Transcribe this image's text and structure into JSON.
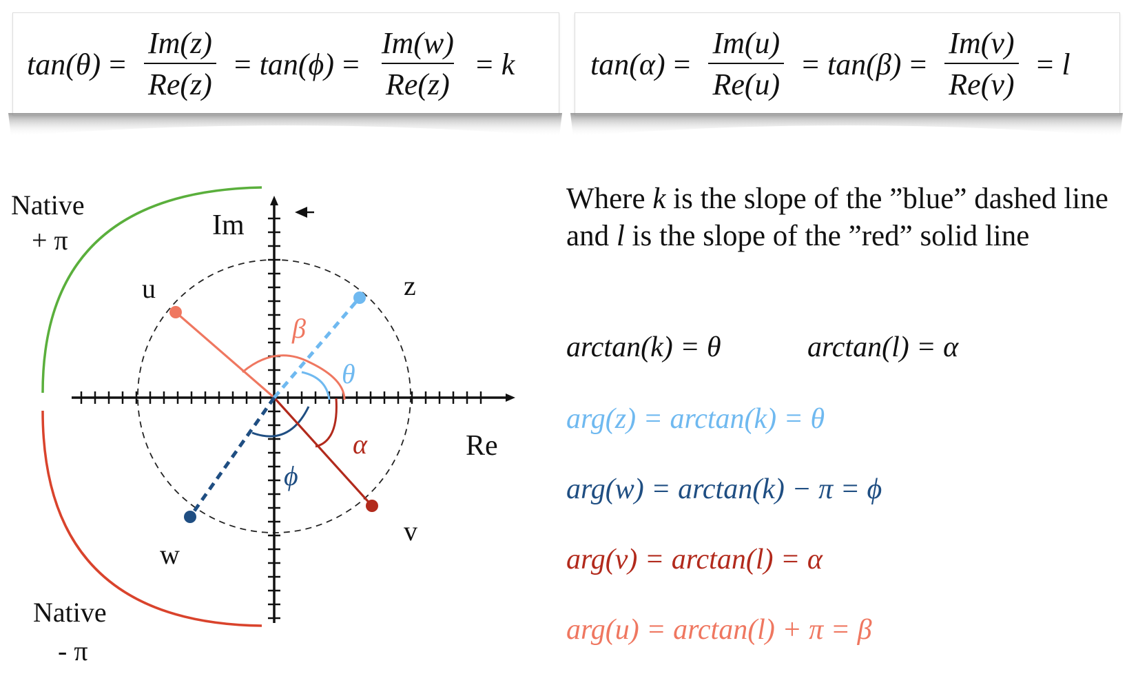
{
  "formula_box_left": {
    "lhs": "tan(θ)",
    "frac1_num": "Im(z)",
    "frac1_den": "Re(z)",
    "mid": "tan(ϕ)",
    "frac2_num": "Im(w)",
    "frac2_den": "Re(z)",
    "rhs": "k"
  },
  "formula_box_right": {
    "lhs": "tan(α)",
    "frac1_num": "Im(u)",
    "frac1_den": "Re(u)",
    "mid": "tan(β)",
    "frac2_num": "Im(v)",
    "frac2_den": "Re(v)",
    "rhs": "l"
  },
  "diagram": {
    "native_top": [
      "Native",
      "+ π"
    ],
    "native_bottom": [
      "Native",
      "- π"
    ],
    "axis_im": "Im",
    "axis_re": "Re",
    "points": {
      "u": "u",
      "z": "z",
      "w": "w",
      "v": "v"
    },
    "angles": {
      "beta": "β",
      "theta": "θ",
      "alpha": "α",
      "phi": "ϕ"
    }
  },
  "description": {
    "p1": "Where ",
    "k": "k",
    "p2": " is the slope of the ”blue” dashed line and ",
    "l": "l",
    "p3": " is the slope of the ”red” solid line"
  },
  "formulas": {
    "arctan_k": "arctan(k) = θ",
    "arctan_l": "arctan(l) = α",
    "arg_z": "arg(z) = arctan(k) = θ",
    "arg_w": "arg(w) = arctan(k) − π = ϕ",
    "arg_v": "arg(v) = arctan(l) = α",
    "arg_u": "arg(u) = arctan(l) + π = β"
  },
  "colors": {
    "light_blue": "#6fb9f0",
    "dark_blue": "#1f4e82",
    "dark_red": "#b22a1c",
    "salmon": "#ef7760",
    "green": "#5aaf3c",
    "red_arc": "#d9432c"
  }
}
